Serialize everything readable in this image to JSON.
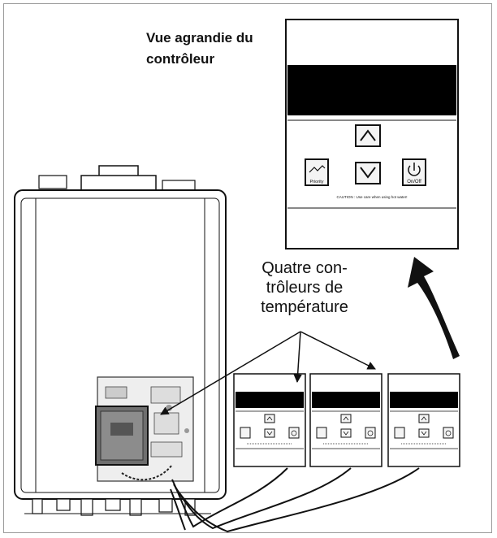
{
  "title": {
    "line1": "Vue agrandie du",
    "line2": "contrôleur"
  },
  "callout": {
    "line1": "Quatre con-",
    "line2": "trôleurs de",
    "line3": "température"
  },
  "panel": {
    "priority_label": "Priority",
    "onoff_label": "On/Off",
    "caution_text": "CAUTION : Use care when using hot water!"
  },
  "small_controllers": [
    {
      "id": "controller-1"
    },
    {
      "id": "controller-2"
    },
    {
      "id": "controller-3"
    }
  ],
  "colors": {
    "line": "#111111",
    "display": "#000000",
    "unit_gray": "#d6d6d6",
    "lcd": "#7a7a7a"
  }
}
